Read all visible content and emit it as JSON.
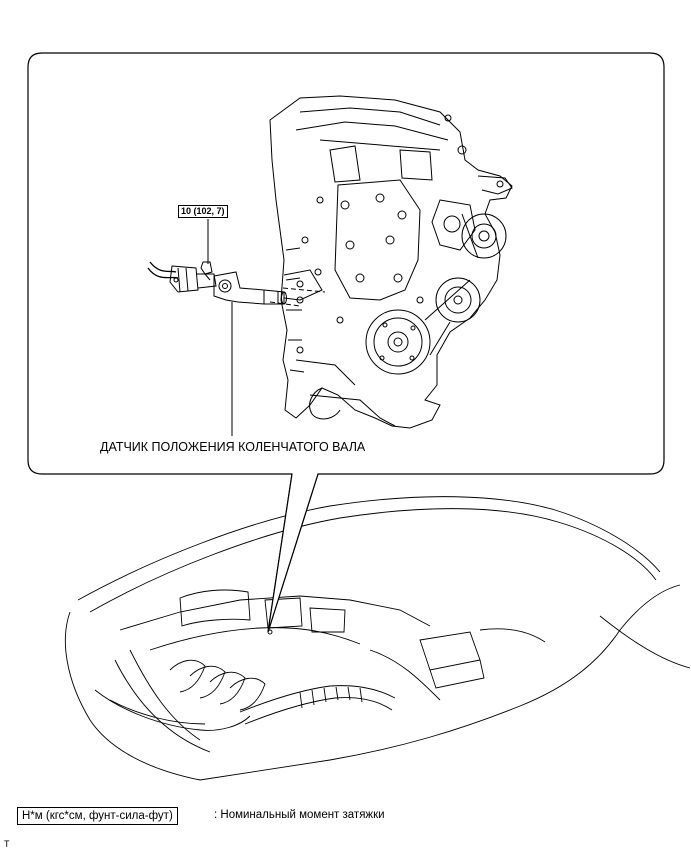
{
  "callout": {
    "torque_spec": "10 (102, 7)",
    "part_name": "ДАТЧИК ПОЛОЖЕНИЯ КОЛЕНЧАТОГО ВАЛА"
  },
  "legend": {
    "unit_box": "Н*м (кгс*см, фунт-сила-фут)",
    "description": ": Номинальный момент затяжки"
  },
  "corner_mark": "T",
  "colors": {
    "line": "#000000",
    "background": "#ffffff"
  }
}
